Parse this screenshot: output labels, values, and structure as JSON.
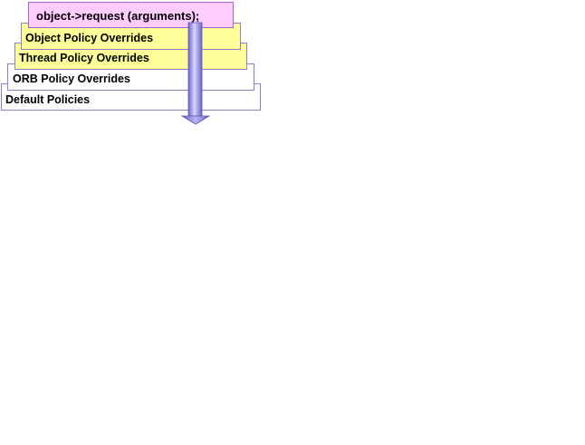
{
  "diagram": {
    "request_call": "object->request (arguments);",
    "layers": {
      "object": "Object Policy Overrides",
      "thread": "Thread Policy Overrides",
      "orb": "ORB Policy Overrides",
      "default": "Default Policies"
    },
    "colors": {
      "request_fill": "#ffccff",
      "override_fill": "#ffff99",
      "base_fill": "#ffffff",
      "border": "#8c7fc7",
      "arrow": "#8c82e6"
    }
  }
}
